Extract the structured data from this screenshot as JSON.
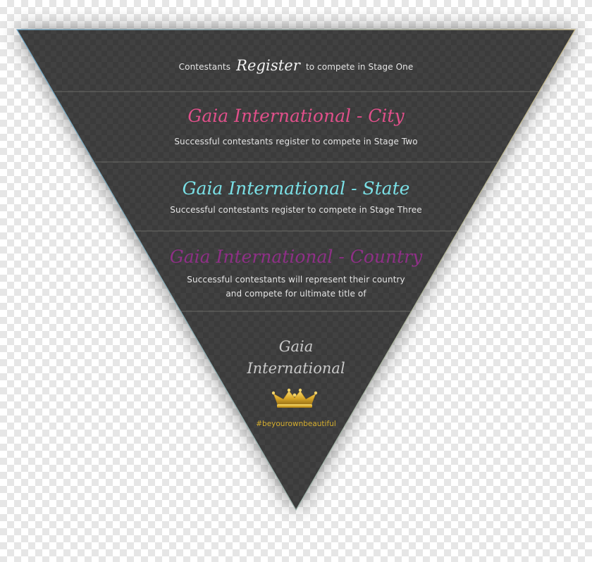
{
  "stage_one": {
    "before": "Contestants",
    "emphasis": "Register",
    "after": "to compete in Stage One"
  },
  "stage_two": {
    "title": "Gaia International - City",
    "description": "Successful contestants register to compete in Stage Two"
  },
  "stage_three": {
    "title": "Gaia International - State",
    "description": "Successful contestants register to compete in Stage Three"
  },
  "stage_four": {
    "title": "Gaia International - Country",
    "description_line1": "Successful contestants will represent their country",
    "description_line2": "and compete for ultimate title of"
  },
  "final": {
    "brand_line1": "Gaia",
    "brand_line2": "International",
    "crown_icon": "crown-icon",
    "hashtag": "#beyourownbeautiful"
  },
  "colors": {
    "funnel_fill": "#3c3c3c",
    "divider": "#8a8a84",
    "city": "#e0508a",
    "state": "#7ae0e6",
    "country": "#9c2e93",
    "gold": "#d4ad2e"
  }
}
